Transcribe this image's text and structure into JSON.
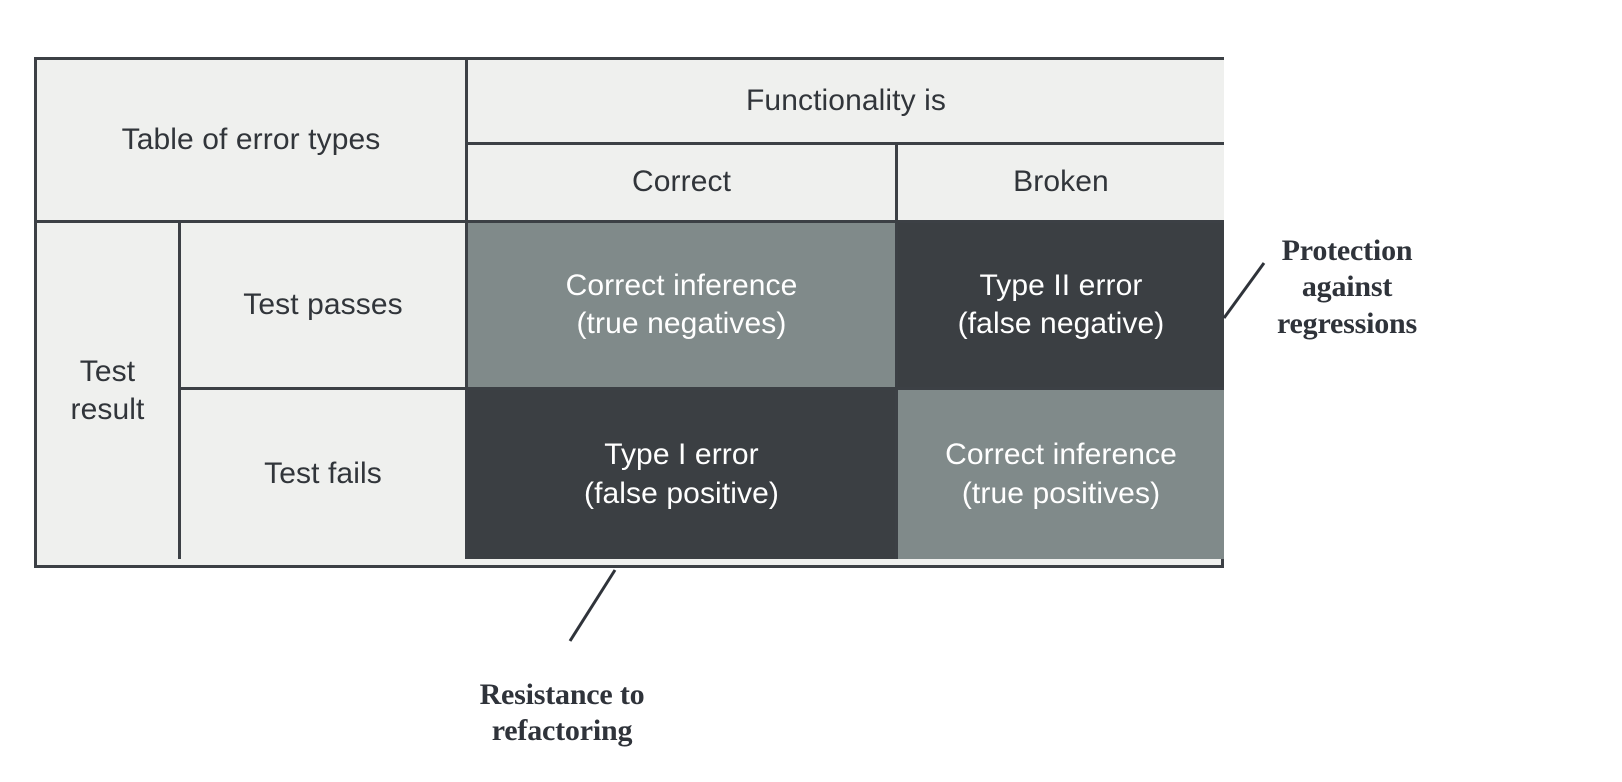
{
  "table": {
    "title": "Table of error types",
    "column_group_header": "Functionality is",
    "column_headers": [
      "Correct",
      "Broken"
    ],
    "row_group_header": "Test\nresult",
    "row_headers": [
      "Test passes",
      "Test fails"
    ],
    "cells": [
      {
        "row": "Test passes",
        "column": "Correct",
        "text": "Correct inference\n(true negatives)",
        "fill": "#808a8a",
        "text_color": "#ffffff"
      },
      {
        "row": "Test passes",
        "column": "Broken",
        "text": "Type II error\n(false negative)",
        "fill": "#3b3f43",
        "text_color": "#ffffff"
      },
      {
        "row": "Test fails",
        "column": "Correct",
        "text": "Type I error\n(false positive)",
        "fill": "#3b3f43",
        "text_color": "#ffffff"
      },
      {
        "row": "Test fails",
        "column": "Broken",
        "text": "Correct inference\n(true positives)",
        "fill": "#808a8a",
        "text_color": "#ffffff"
      }
    ]
  },
  "annotations": [
    {
      "id": "protection-against-regressions",
      "text": "Protection\nagainst\nregressions",
      "points_to": "Type II error (false negative)"
    },
    {
      "id": "resistance-to-refactoring",
      "text": "Resistance to\nrefactoring",
      "points_to": "Type I error (false positive)"
    }
  ],
  "colors": {
    "page_background": "#ffffff",
    "cell_background": "#eff0ee",
    "border": "#3c4045",
    "fill_gray": "#808a8a",
    "fill_dark": "#3b3f43",
    "text": "#31353a"
  }
}
